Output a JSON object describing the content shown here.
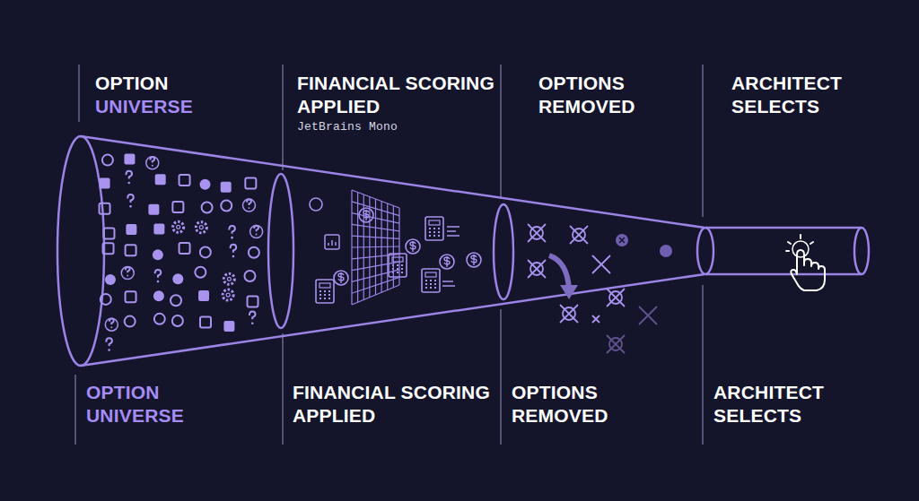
{
  "diagram": {
    "labels": [
      "OPTION",
      "UNIVERSE",
      "FINANCIAL SCORING APPLIED",
      "JetBrains Mono",
      "OPTIONS REMOVED",
      "ARCHITECT SELECTS",
      "OPTION UNIVERSE",
      "FINANCIAL SCORING APPLIED",
      "OPTIONS REMOVED",
      "ARCHITECT SELECTS"
    ]
  }
}
